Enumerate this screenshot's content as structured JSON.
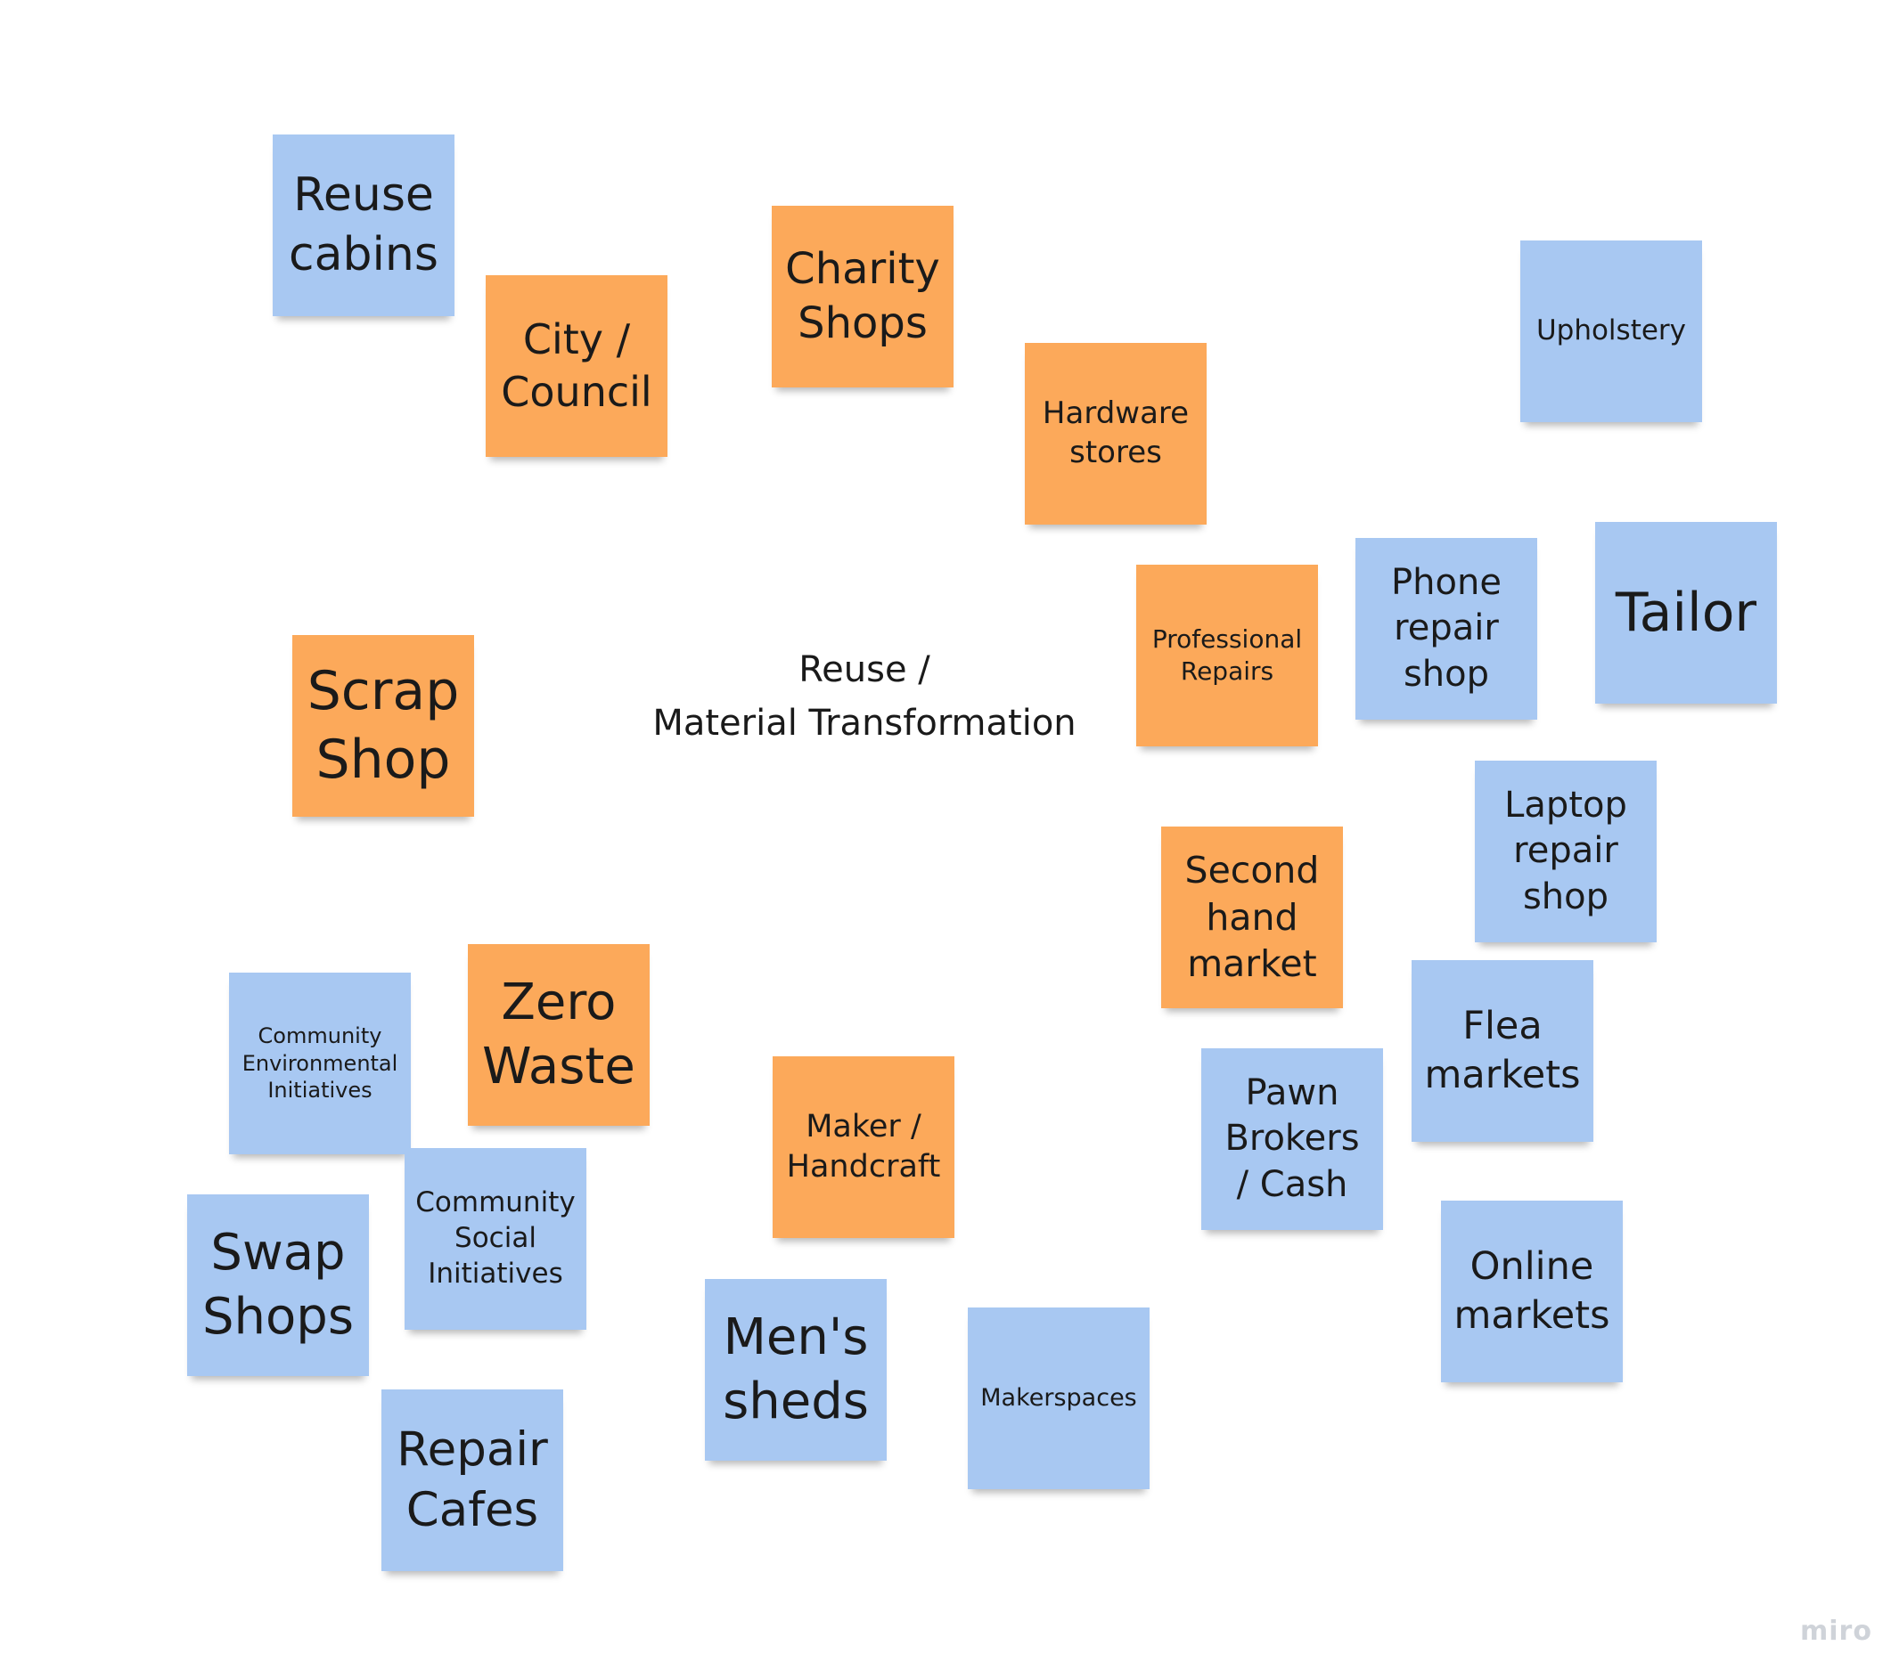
{
  "board": {
    "center_label": "Reuse /\nMaterial Transformation",
    "logo": "miro"
  },
  "colors": {
    "blue": "#a8c8f2",
    "orange": "#fca95a",
    "background": "#ffffff"
  },
  "notes": [
    {
      "text": "Reuse\ncabins",
      "color": "blue"
    },
    {
      "text": "City /\nCouncil",
      "color": "orange"
    },
    {
      "text": "Charity\nShops",
      "color": "orange"
    },
    {
      "text": "Hardware\nstores",
      "color": "orange"
    },
    {
      "text": "Upholstery",
      "color": "blue"
    },
    {
      "text": "Professional\nRepairs",
      "color": "orange"
    },
    {
      "text": "Phone\nrepair\nshop",
      "color": "blue"
    },
    {
      "text": "Tailor",
      "color": "blue"
    },
    {
      "text": "Scrap\nShop",
      "color": "orange"
    },
    {
      "text": "Laptop\nrepair\nshop",
      "color": "blue"
    },
    {
      "text": "Second\nhand\nmarket",
      "color": "orange"
    },
    {
      "text": "Flea\nmarkets",
      "color": "blue"
    },
    {
      "text": "Community\nEnvironmental\nInitiatives",
      "color": "blue"
    },
    {
      "text": "Zero\nWaste",
      "color": "orange"
    },
    {
      "text": "Pawn\nBrokers\n/ Cash",
      "color": "blue"
    },
    {
      "text": "Maker /\nHandcraft",
      "color": "orange"
    },
    {
      "text": "Community\nSocial\nInitiatives",
      "color": "blue"
    },
    {
      "text": "Swap\nShops",
      "color": "blue"
    },
    {
      "text": "Online\nmarkets",
      "color": "blue"
    },
    {
      "text": "Men's\nsheds",
      "color": "blue"
    },
    {
      "text": "Makerspaces",
      "color": "blue"
    },
    {
      "text": "Repair\nCafes",
      "color": "blue"
    }
  ]
}
